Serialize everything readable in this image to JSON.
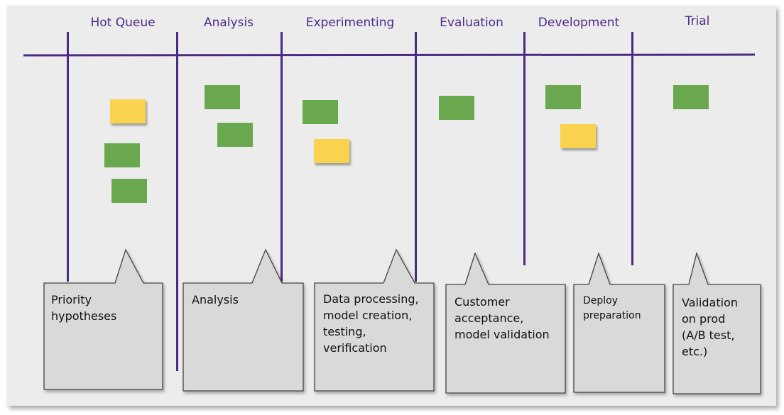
{
  "columns": [
    {
      "title": "Hot Queue"
    },
    {
      "title": "Analysis"
    },
    {
      "title": "Experimenting"
    },
    {
      "title": "Evaluation"
    },
    {
      "title": "Development"
    },
    {
      "title": "Trial"
    }
  ],
  "callouts": [
    {
      "text": "Priority\nhypotheses"
    },
    {
      "text": "Analysis"
    },
    {
      "text": "Data processing,\nmodel creation,\ntesting,\nverification"
    },
    {
      "text": "Customer\nacceptance,\nmodel validation"
    },
    {
      "text": "Deploy\npreparation"
    },
    {
      "text": "Validation\non prod\n(A/B test,\netc.)"
    }
  ],
  "colors": {
    "line": "#4a2a82",
    "title": "#4b2a86",
    "green_card": "#6aa84f",
    "yellow_card": "#f9d24e",
    "callout_fill": "#d9d9d9",
    "callout_border": "#444444",
    "board": "#ececec"
  }
}
